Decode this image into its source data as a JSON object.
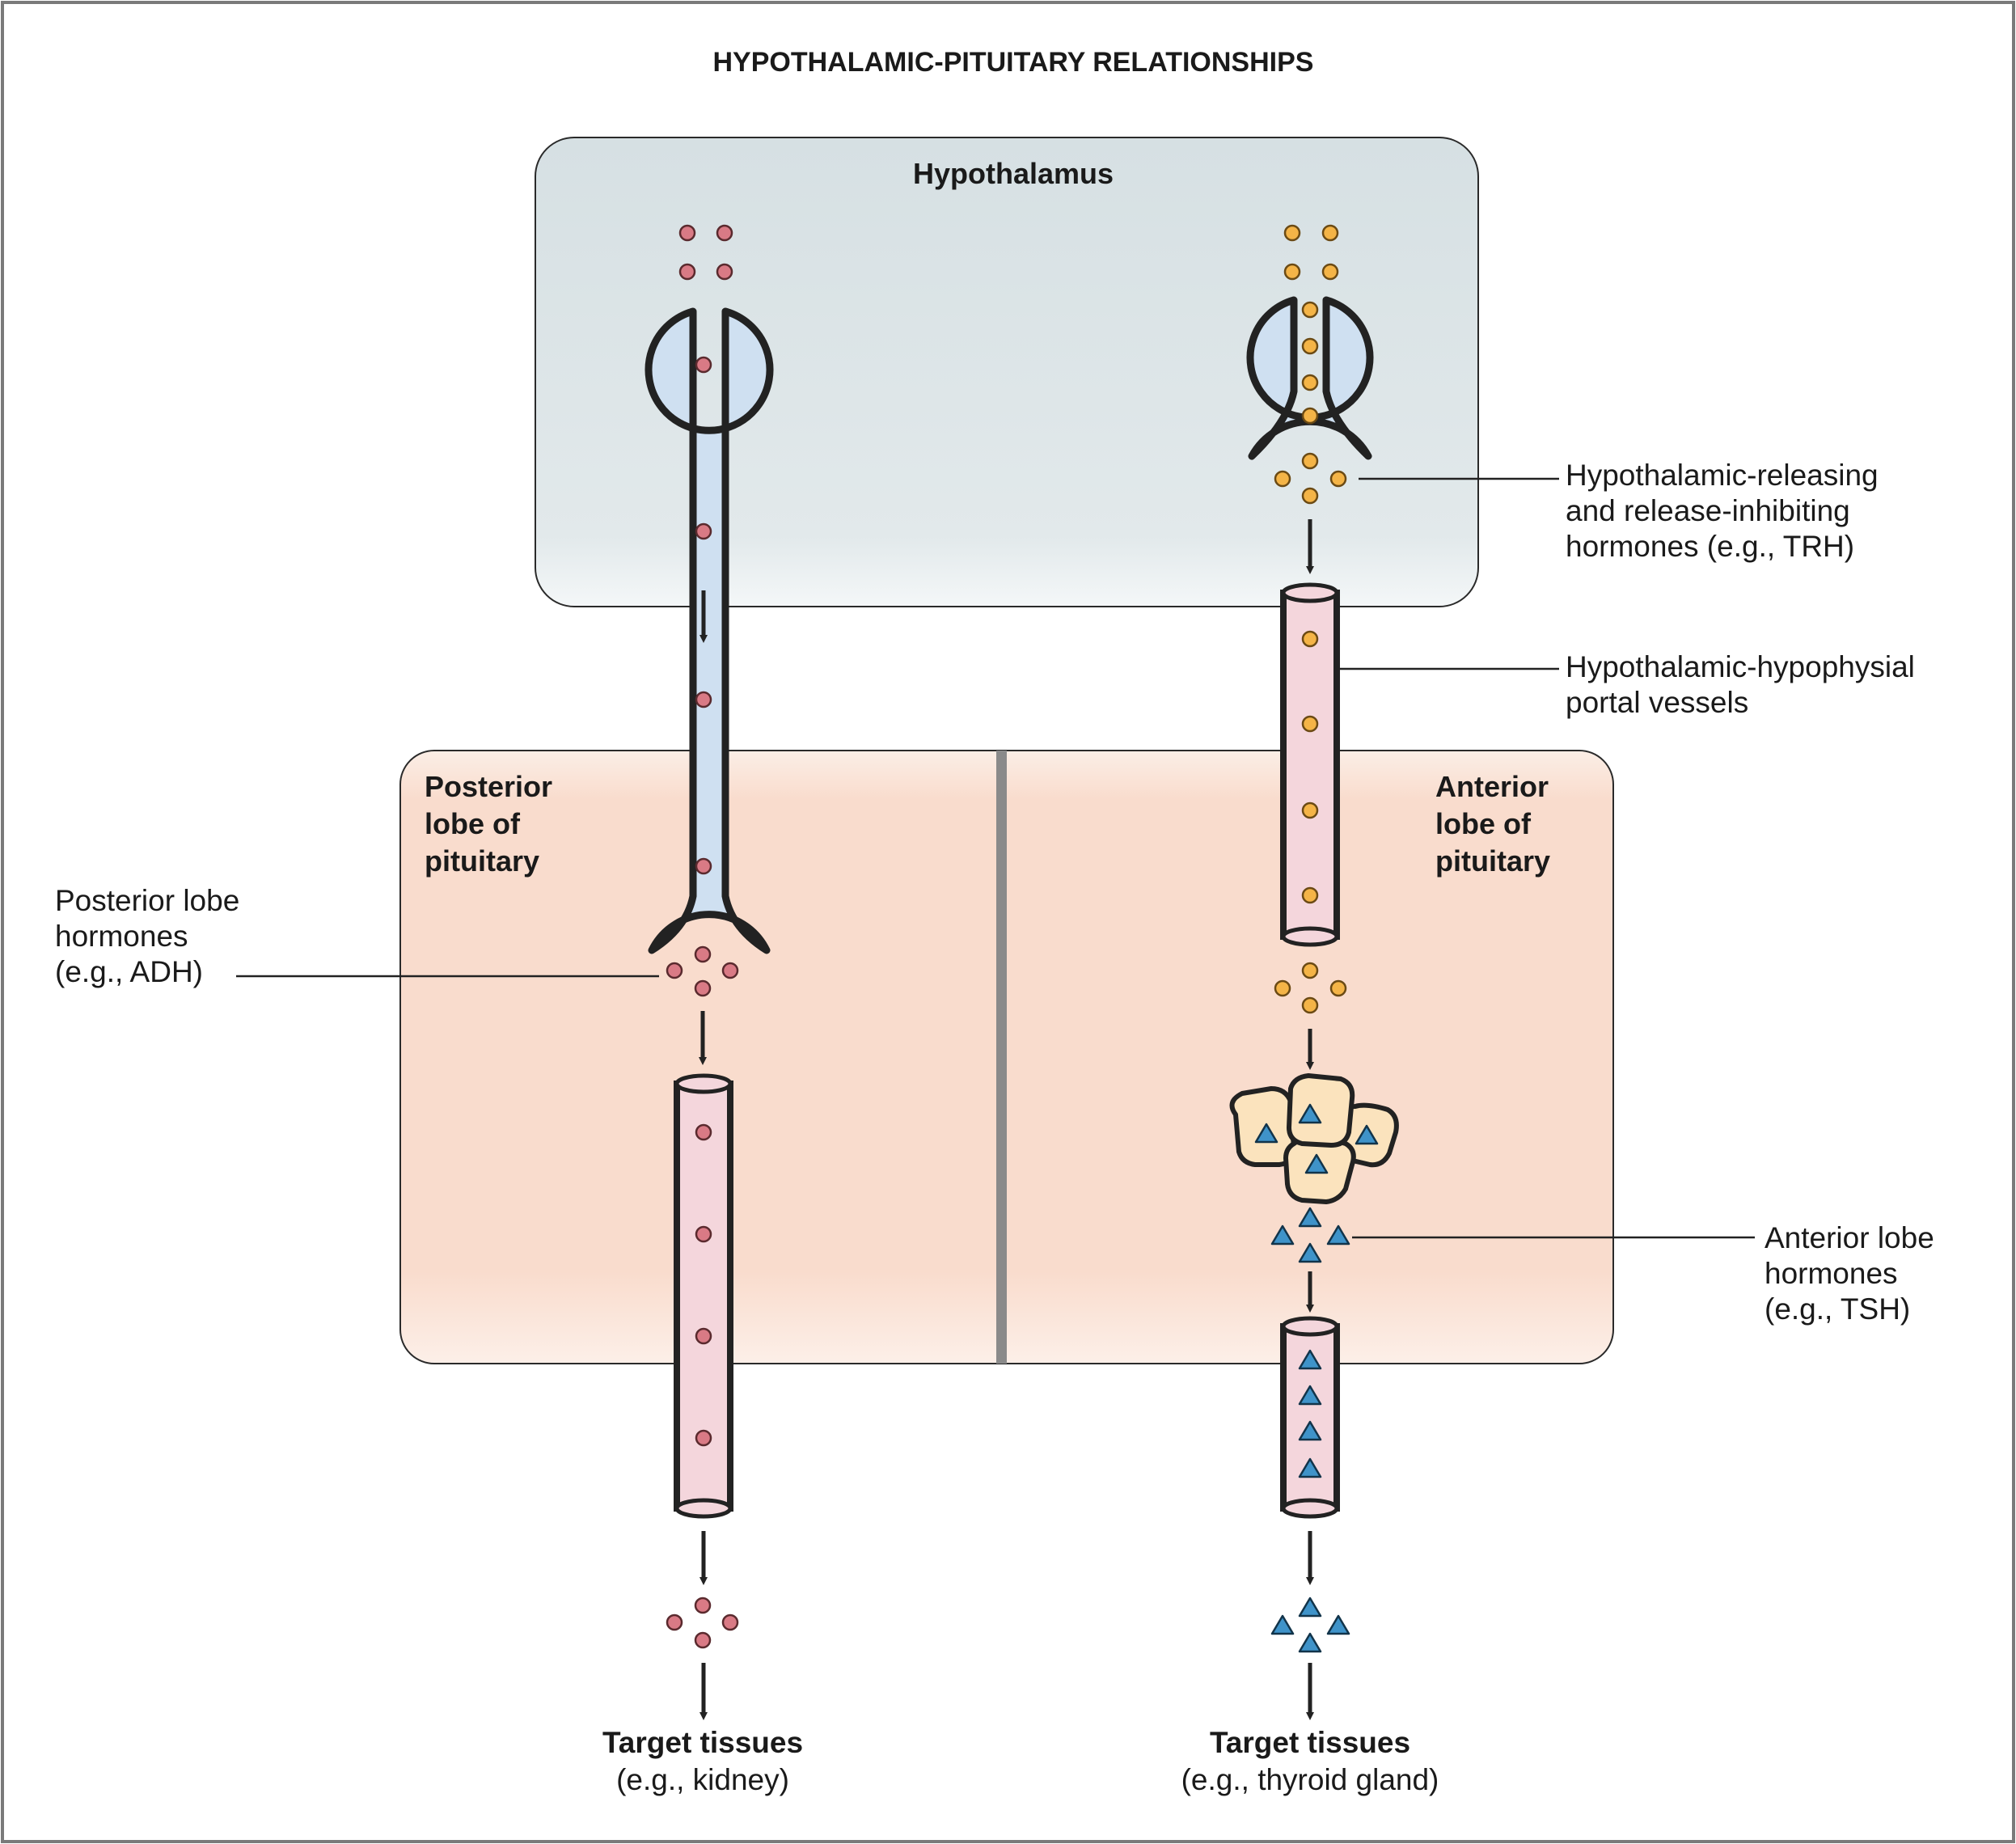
{
  "title": "HYPOTHALAMIC-PITUITARY RELATIONSHIPS",
  "hypothalamus": {
    "label": "Hypothalamus"
  },
  "posterior_lobe": {
    "lines": [
      "Posterior",
      "lobe of",
      "pituitary"
    ]
  },
  "anterior_lobe": {
    "lines": [
      "Anterior",
      "lobe of",
      "pituitary"
    ]
  },
  "labels": {
    "releasing_hormones": [
      "Hypothalamic-releasing",
      "and release-inhibiting",
      "hormones (e.g., TRH)"
    ],
    "portal_vessels": [
      "Hypothalamic-hypophysial",
      "portal vessels"
    ],
    "posterior_hormones": [
      "Posterior lobe",
      "hormones",
      "(e.g., ADH)"
    ],
    "anterior_hormones": [
      "Anterior lobe",
      "hormones",
      "(e.g., TSH)"
    ]
  },
  "targets": {
    "left": {
      "title": "Target tissues",
      "subtitle": "(e.g., kidney)"
    },
    "right": {
      "title": "Target tissues",
      "subtitle": "(e.g., thyroid gland)"
    }
  },
  "colors": {
    "frame": "#7a7a7a",
    "hypothalamus_fill": "#dbe4e6",
    "pituitary_fill": "#f9dccd",
    "divider": "#8a8a8a",
    "neuron_fill": "#cfe0f1",
    "vessel_fill": "#f4d6dc",
    "red_dot": "#d97a85",
    "orange_dot": "#f4b447",
    "cell_fill": "#fbe3bd",
    "triangle": "#3f93c9",
    "stroke": "#222222"
  }
}
